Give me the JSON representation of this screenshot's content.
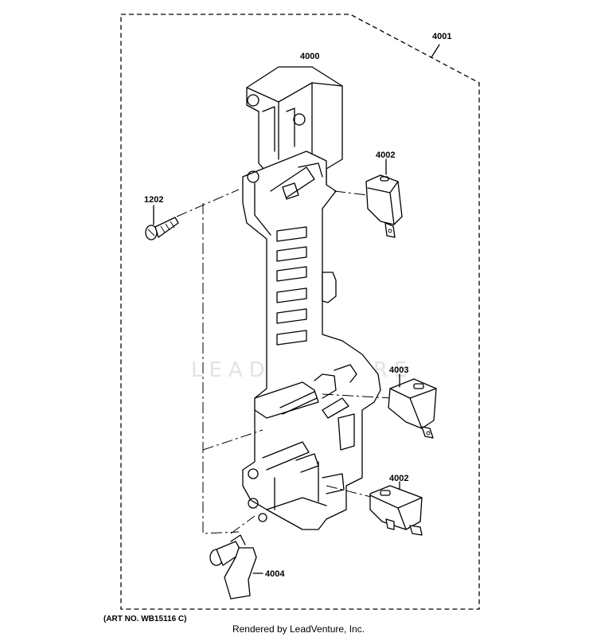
{
  "labels": {
    "assembly": "4001",
    "latch_board": "4000",
    "switch_top": "4002",
    "screw": "1202",
    "switch_mid": "4003",
    "switch_bottom": "4002",
    "lever": "4004"
  },
  "watermark": "LEADVENTURE",
  "art_number": "(ART NO. WB15116 C)",
  "credit": "Rendered by LeadVenture, Inc."
}
